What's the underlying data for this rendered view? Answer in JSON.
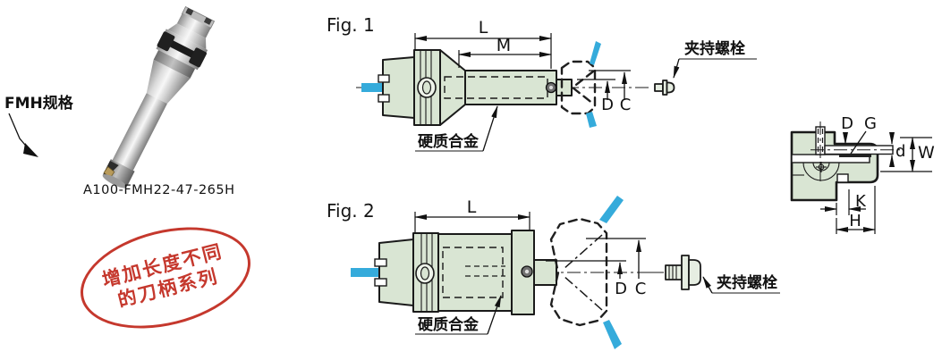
{
  "photo": {
    "spec_callout": "FMH规格",
    "model_number": "A100-FMH22-47-265H"
  },
  "stamp": {
    "line1": "增加长度不同",
    "line2": "的刀柄系列"
  },
  "figure1": {
    "label": "Fig. 1",
    "dims": {
      "L": "L",
      "M": "M",
      "D": "D",
      "C": "C"
    },
    "carbide_label": "硬质合金",
    "bolt_label": "夹持螺栓"
  },
  "figure2": {
    "label": "Fig. 2",
    "dims": {
      "L": "L",
      "D": "D",
      "C": "C"
    },
    "carbide_label": "硬质合金",
    "bolt_label": "夹持螺栓"
  },
  "detail_view": {
    "dims": {
      "D": "D",
      "G": "G",
      "d": "d",
      "W": "W",
      "K": "K",
      "H": "H"
    }
  },
  "colors": {
    "part_fill": "#d9e5d3",
    "accent_cyan": "#35abdb",
    "stamp_red": "#c5382d",
    "line": "#1a1a1a"
  }
}
